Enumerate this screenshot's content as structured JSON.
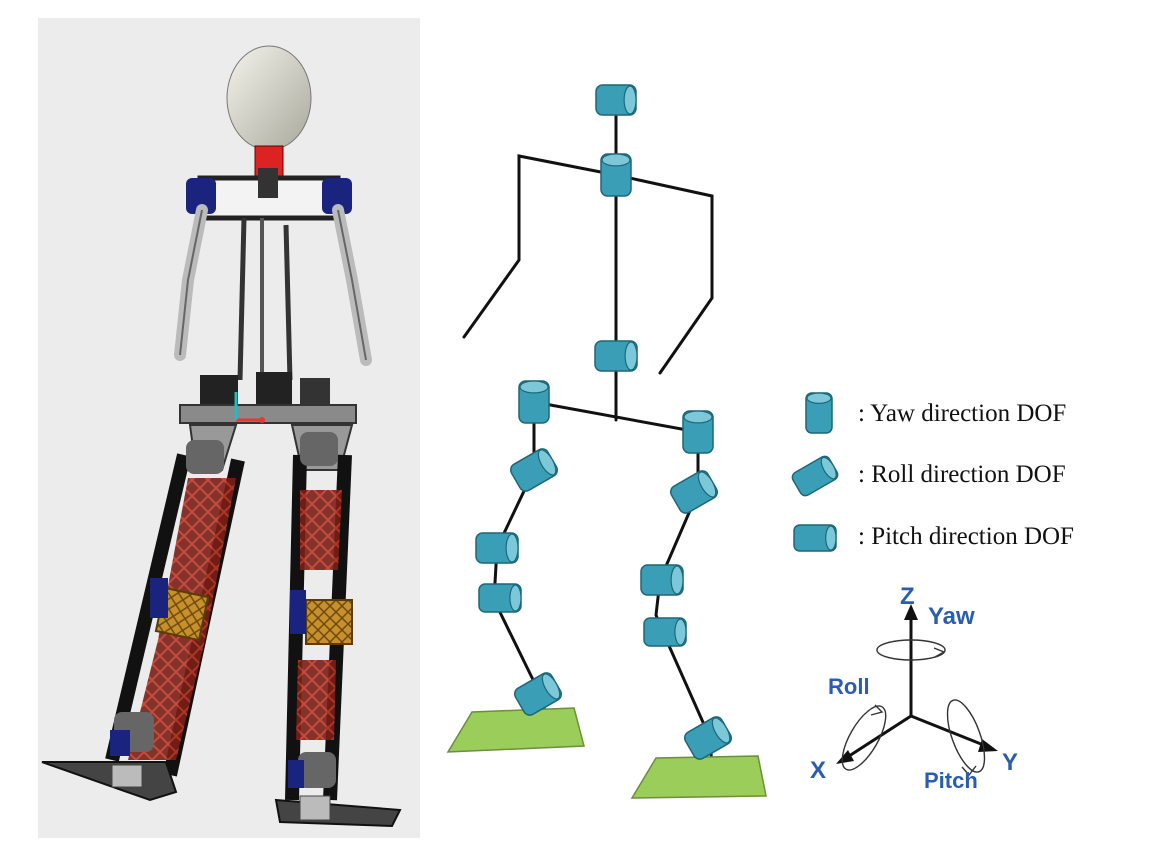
{
  "legend": {
    "items": [
      {
        "label": ": Yaw direction DOF",
        "icon": "yaw-cylinder-icon"
      },
      {
        "label": ": Roll direction DOF",
        "icon": "roll-cylinder-icon"
      },
      {
        "label": ": Pitch direction DOF",
        "icon": "pitch-cylinder-icon"
      }
    ]
  },
  "axes": {
    "z_label": "Z",
    "yaw_label": "Yaw",
    "roll_label": "Roll",
    "x_label": "X",
    "y_label": "Y",
    "pitch_label": "Pitch"
  },
  "colors": {
    "joint_fill": "#3a9fb6",
    "joint_top": "#7cc7d8",
    "joint_stroke": "#1d6778",
    "foot_fill": "#9acd5a",
    "axis_text": "#2a5db0",
    "link": "#111111"
  }
}
